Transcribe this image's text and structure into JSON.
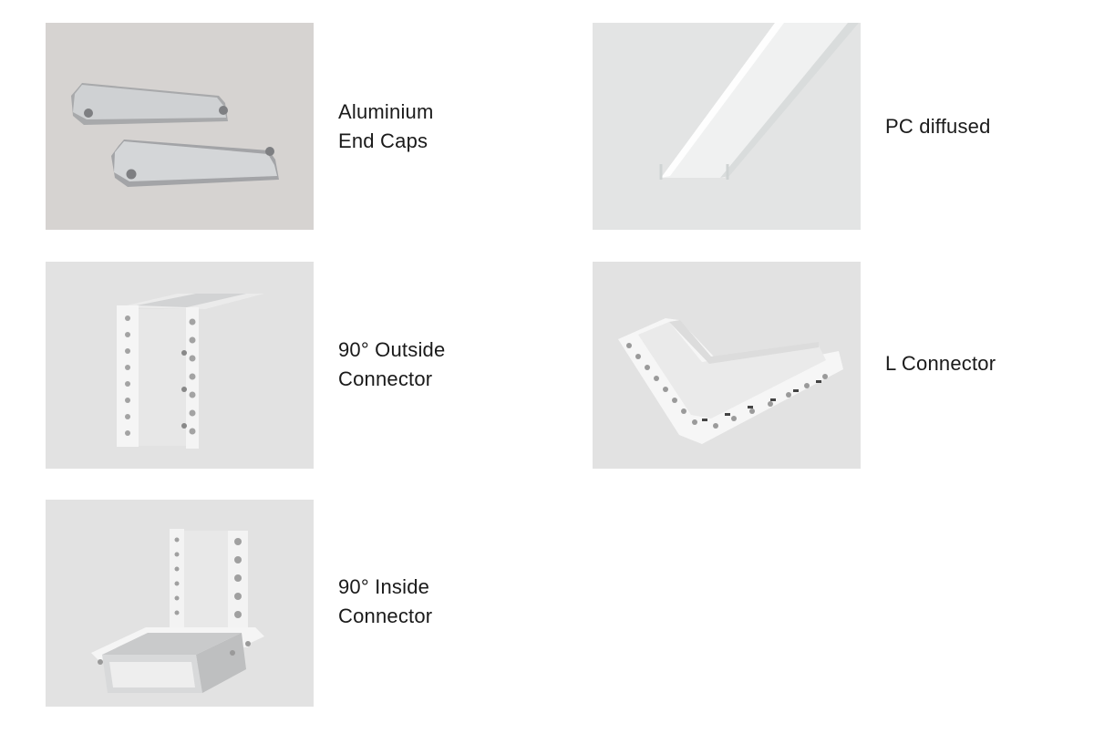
{
  "products": [
    {
      "id": "aluminium-end-caps",
      "name": "Aluminium\nEnd Caps"
    },
    {
      "id": "pc-diffused",
      "name": "PC diffused"
    },
    {
      "id": "outside-connector",
      "name": "90° Outside\nConnector"
    },
    {
      "id": "l-connector",
      "name": "L Connector"
    },
    {
      "id": "inside-connector",
      "name": "90° Inside\nConnector"
    }
  ],
  "colors": {
    "card_background": "#e2e2e2",
    "page_background": "#ffffff",
    "text": "#1a1a1a"
  }
}
